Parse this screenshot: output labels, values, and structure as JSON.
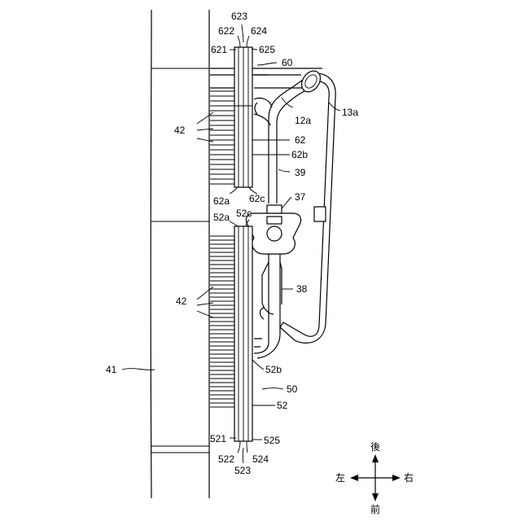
{
  "labels": {
    "l623": "623",
    "l622": "622",
    "l624": "624",
    "l621": "621",
    "l625": "625",
    "l60": "60",
    "l12a": "12a",
    "l13a": "13a",
    "l42top": "42",
    "l62": "62",
    "l62b": "62b",
    "l39": "39",
    "l62a": "62a",
    "l62c": "62c",
    "l37": "37",
    "l52a": "52a",
    "l52c": "52c",
    "l38": "38",
    "l42bot": "42",
    "l41": "41",
    "l52b": "52b",
    "l50": "50",
    "l52": "52",
    "l521": "521",
    "l525": "525",
    "l522": "522",
    "l524": "524",
    "l523": "523"
  },
  "compass": {
    "up": "後",
    "down": "前",
    "left": "左",
    "right": "右"
  }
}
